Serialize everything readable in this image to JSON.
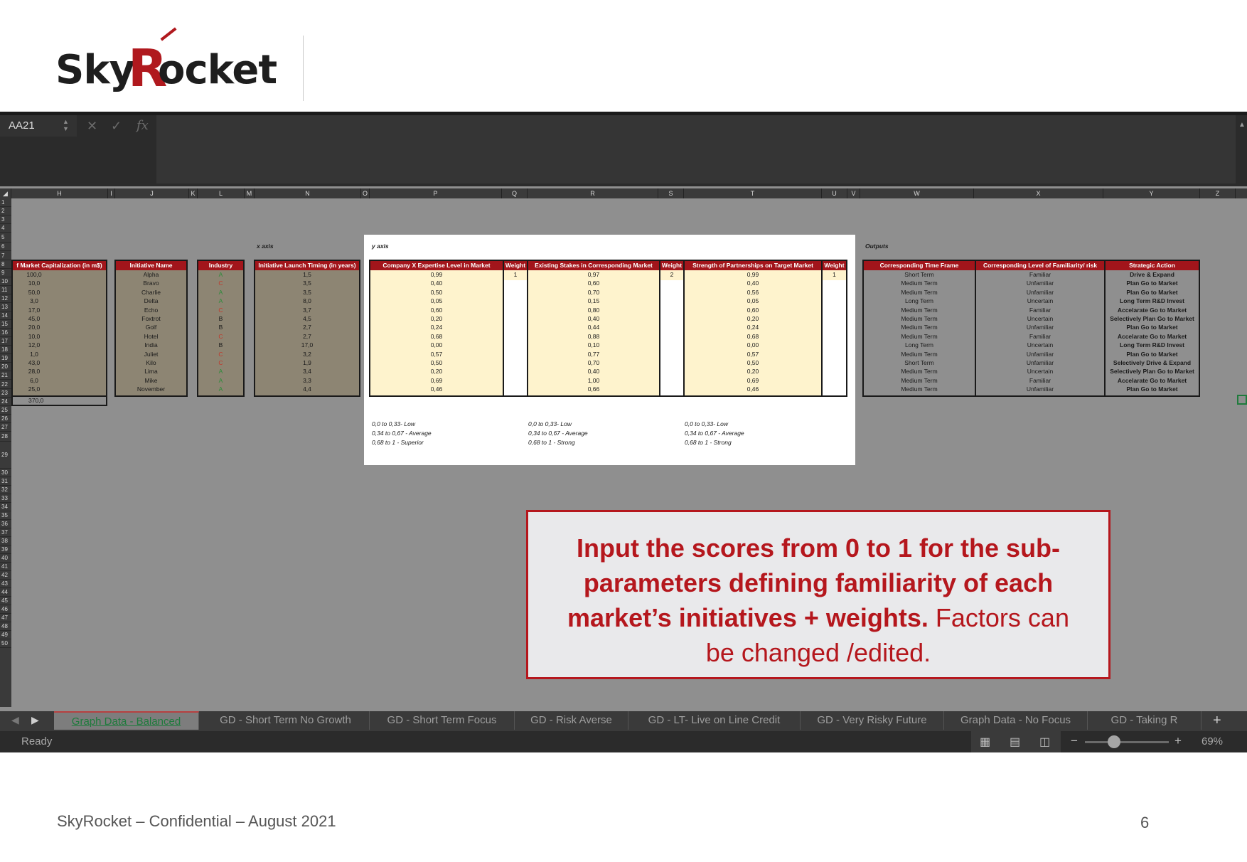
{
  "brand": {
    "part1": "Sky",
    "part2": "R",
    "part3": "ocket"
  },
  "excel": {
    "name_box": "AA21",
    "fx": "fx",
    "columns": [
      "H",
      "I",
      "J",
      "K",
      "L",
      "M",
      "N",
      "O",
      "P",
      "Q",
      "R",
      "S",
      "T",
      "U",
      "V",
      "W",
      "X",
      "Y",
      "Z"
    ],
    "rows": [
      "1",
      "2",
      "3",
      "4",
      "5",
      "6",
      "7",
      "8",
      "9",
      "10",
      "11",
      "12",
      "13",
      "14",
      "15",
      "16",
      "17",
      "18",
      "19",
      "20",
      "21",
      "22",
      "23",
      "24",
      "25",
      "26",
      "27",
      "28",
      "29",
      "30",
      "31",
      "32",
      "33",
      "34",
      "35",
      "36",
      "37",
      "38",
      "39",
      "40",
      "41",
      "42",
      "43",
      "44",
      "45",
      "46",
      "47",
      "48",
      "49",
      "50"
    ],
    "labels": {
      "x_axis": "x axis",
      "y_axis": "y axis",
      "outputs": "Outputs"
    },
    "headers": {
      "market_cap": "f Market Capitalization (in m$)",
      "initiative_name": "Initiative Name",
      "industry": "Industry",
      "launch_timing": "Initiative Launch Timing (in years)",
      "expertise": "Company X Expertise Level in Market",
      "weight1": "Weight",
      "stakes": "Existing Stakes in Corresponding Market",
      "weight2": "Weight",
      "partnerships": "Strength of Partnerships on Target Market",
      "weight3": "Weight",
      "time_frame": "Corresponding Time Frame",
      "familiarity": "Corresponding Level of Familiarity/ risk",
      "strategic_action": "Strategic Action"
    },
    "weights": {
      "w1": "1",
      "w2": "2",
      "w3": "1"
    },
    "market_cap": [
      "100,0",
      "10,0",
      "50,0",
      "3,0",
      "17,0",
      "45,0",
      "20,0",
      "10,0",
      "12,0",
      "1,0",
      "43,0",
      "28,0",
      "6,0",
      "25,0"
    ],
    "market_cap_total": "370,0",
    "initiative_names": [
      "Alpha",
      "Bravo",
      "Charlie",
      "Delta",
      "Echo",
      "Foxtrot",
      "Golf",
      "Hotel",
      "India",
      "Juliet",
      "Kilo",
      "Lima",
      "Mike",
      "November"
    ],
    "industry": [
      "A",
      "C",
      "A",
      "A",
      "C",
      "B",
      "B",
      "C",
      "B",
      "C",
      "C",
      "A",
      "A",
      "A"
    ],
    "launch_timing": [
      "1,5",
      "3,5",
      "3,5",
      "8,0",
      "3,7",
      "4,5",
      "2,7",
      "2,7",
      "17,0",
      "3,2",
      "1,9",
      "3,4",
      "3,3",
      "4,4"
    ],
    "expertise": [
      "0,99",
      "0,40",
      "0,50",
      "0,05",
      "0,60",
      "0,20",
      "0,24",
      "0,68",
      "0,00",
      "0,57",
      "0,50",
      "0,20",
      "0,69",
      "0,46"
    ],
    "stakes": [
      "0,97",
      "0,60",
      "0,70",
      "0,15",
      "0,80",
      "0,40",
      "0,44",
      "0,88",
      "0,10",
      "0,77",
      "0,70",
      "0,40",
      "1,00",
      "0,66"
    ],
    "partnerships": [
      "0,99",
      "0,40",
      "0,56",
      "0,05",
      "0,60",
      "0,20",
      "0,24",
      "0,68",
      "0,00",
      "0,57",
      "0,50",
      "0,20",
      "0,69",
      "0,46"
    ],
    "time_frame": [
      "Short Term",
      "Medium Term",
      "Medium Term",
      "Long Term",
      "Medium Term",
      "Medium Term",
      "Medium Term",
      "Medium Term",
      "Long Term",
      "Medium Term",
      "Short Term",
      "Medium Term",
      "Medium Term",
      "Medium Term"
    ],
    "familiarity": [
      "Familiar",
      "Unfamiliar",
      "Unfamiliar",
      "Uncertain",
      "Familiar",
      "Uncertain",
      "Unfamiliar",
      "Familiar",
      "Uncertain",
      "Unfamiliar",
      "Unfamiliar",
      "Uncertain",
      "Familiar",
      "Unfamiliar"
    ],
    "strategic_action": [
      "Drive & Expand",
      "Plan Go to Market",
      "Plan Go to Market",
      "Long Term R&D Invest",
      "Accelarate Go to Market",
      "Selectively Plan Go to Market",
      "Plan Go to Market",
      "Accelarate Go to Market",
      "Long Term R&D Invest",
      "Plan Go to Market",
      "Selectively Drive & Expand",
      "Selectively Plan Go to Market",
      "Accelarate Go to Market",
      "Plan Go to Market"
    ],
    "legend_expertise": [
      "0,0 to 0,33- Low",
      "0,34 to 0,67 - Average",
      "0,68 to 1 - Superior"
    ],
    "legend_stakes": [
      "0,0 to 0,33- Low",
      "0,34 to 0,67 - Average",
      "0,68 to 1 - Strong"
    ],
    "legend_partnerships": [
      "0,0 to 0,33- Low",
      "0,34 to 0,67 - Average",
      "0,68 to 1 - Strong"
    ],
    "tabs": [
      "Graph Data - Balanced",
      "GD - Short Term No Growth",
      "GD - Short Term Focus",
      "GD - Risk Averse",
      "GD - LT- Live on Line Credit",
      "GD - Very Risky Future",
      "Graph Data - No Focus",
      "GD - Taking R"
    ],
    "add_tab": "+",
    "status": "Ready",
    "zoom": "69%"
  },
  "callout": {
    "bold": "Input the scores from 0 to 1 for the sub-parameters defining familiarity of each market’s initiatives + weights.",
    "normal": " Factors can be changed /edited."
  },
  "footer": {
    "text": "SkyRocket – Confidential – August 2021",
    "page": "6"
  },
  "colors": {
    "accent_red": "#b5171d",
    "header_red": "#a2151b",
    "excel_bg": "#8f8f8f",
    "yellow_cell": "#fef3cd",
    "industry_A": "#2e8b3a",
    "industry_B": "#1a1a1a",
    "industry_C": "#c0392b"
  }
}
